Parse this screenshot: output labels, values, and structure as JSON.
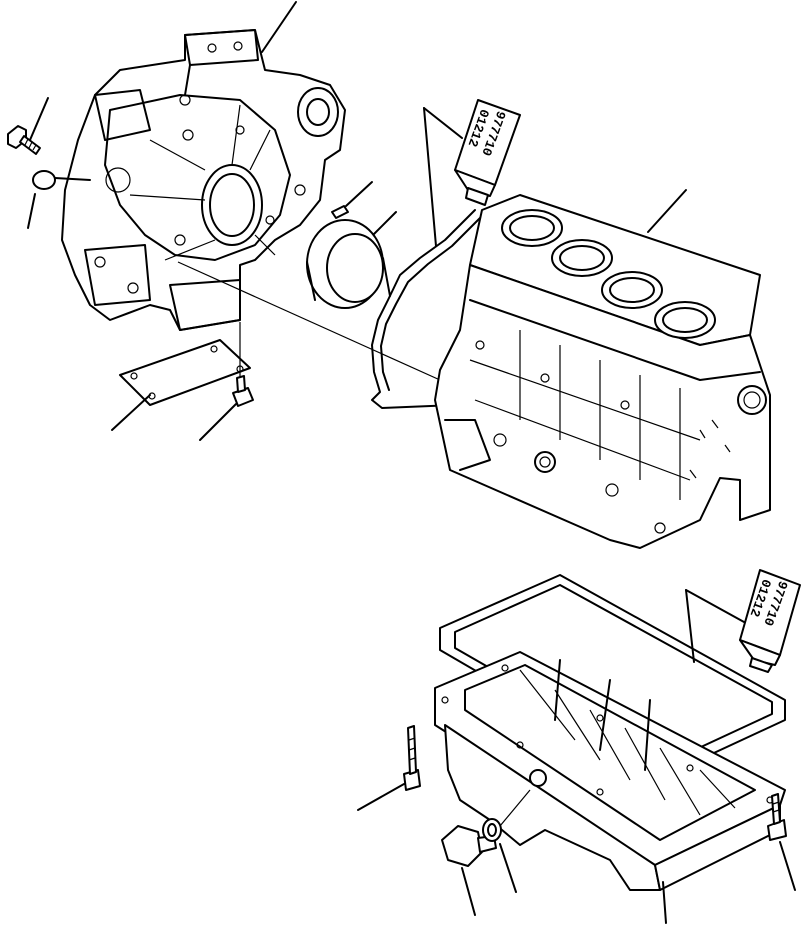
{
  "tubes": {
    "upper": {
      "line1": "977710",
      "line2": "01212"
    },
    "lower": {
      "line1": "977710",
      "line2": "01212"
    }
  }
}
